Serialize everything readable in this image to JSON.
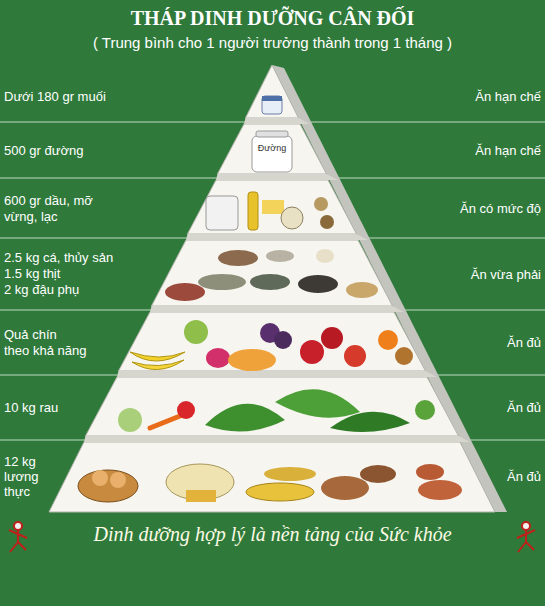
{
  "diagram": {
    "title": "THÁP DINH DƯỠNG CÂN ĐỐI",
    "caption": "Dinh dưỡng hợp lý là nền tảng của Sức khỏe",
    "labels": [
      "( Trung bình cho 1 người trưởng thành trong 1 tháng )",
      "Dưới 180 gr muối",
      "Ăn hạn chế",
      "500 gr đường",
      "Ăn hạn chế",
      "Đường",
      "600 gr dầu, mỡ",
      "vừng, lạc",
      "Ăn có mức độ",
      "2.5 kg cá, thủy sản",
      "1.5 kg thịt",
      "2 kg đậu phụ",
      "Ăn vừa phải",
      "Quả chín",
      "theo khả năng",
      "Ăn đủ",
      "10 kg rau",
      "Ăn đủ",
      "12 kg lương thực",
      "Ăn đủ"
    ]
  }
}
